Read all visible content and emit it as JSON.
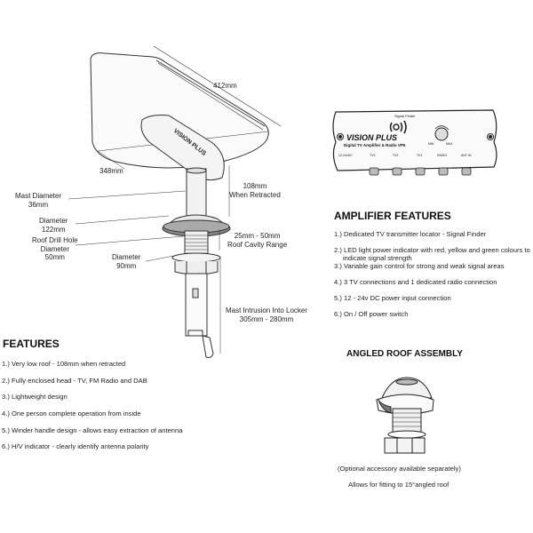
{
  "antenna": {
    "brand": "VISION PLUS",
    "dimensions": {
      "length": "412mm",
      "width": "348mm",
      "retracted_height": [
        "108mm",
        "When Retracted"
      ],
      "mast_diameter": [
        "Mast Diameter",
        "36mm"
      ],
      "flange_diameter": [
        "Diameter",
        "122mm"
      ],
      "drill_hole": [
        "Roof Drill Hole",
        "Diameter",
        "50mm"
      ],
      "nut_diameter": [
        "Diameter",
        "90mm"
      ],
      "cavity_range": [
        "25mm - 50mm",
        "Roof Cavity Range"
      ],
      "mast_intrusion": [
        "Mast Intrusion Into Locker",
        "305mm - 280mm"
      ]
    }
  },
  "features": {
    "title": "FEATURES",
    "items": [
      "1.) Very low roof - 108mm when retracted",
      "2.) Fully enclosed head - TV, FM Radio  and DAB",
      "3.) Lightweight design",
      "4.) One person complete operation from inside",
      "5.) Winder handle design - allows easy extraction of antenna",
      "6.) H/V indicator - clearly identify antenna polarity"
    ]
  },
  "amplifier": {
    "signal_finder": "Signal Finder",
    "brand": "VISION PLUS",
    "model": "Digital TV Amplifier & Radio VP5",
    "ports": [
      "12-24vDC",
      "TV3",
      "TV2",
      "TV1",
      "RADIO",
      "ANT IN"
    ],
    "knob_labels": [
      "MIN",
      "MAX"
    ]
  },
  "amplifier_features": {
    "title": "AMPLIFIER FEATURES",
    "items": [
      "1.) Dedicated TV transmitter locator - Signal Finder",
      "2.) LED light power indicator with red, yellow and green colours to",
      "indicate signal strength",
      "3.) Variable gain control for strong and weak signal areas",
      "4.) 3 TV connections and 1 dedicated radio connection",
      "5.) 12 - 24v DC power input connection",
      "6.) On / Off power switch"
    ]
  },
  "angled_roof": {
    "title": "ANGLED ROOF ASSEMBLY",
    "note": "(Optional accessory available separately)",
    "caption": "Allows for fitting to 15°angled roof"
  }
}
